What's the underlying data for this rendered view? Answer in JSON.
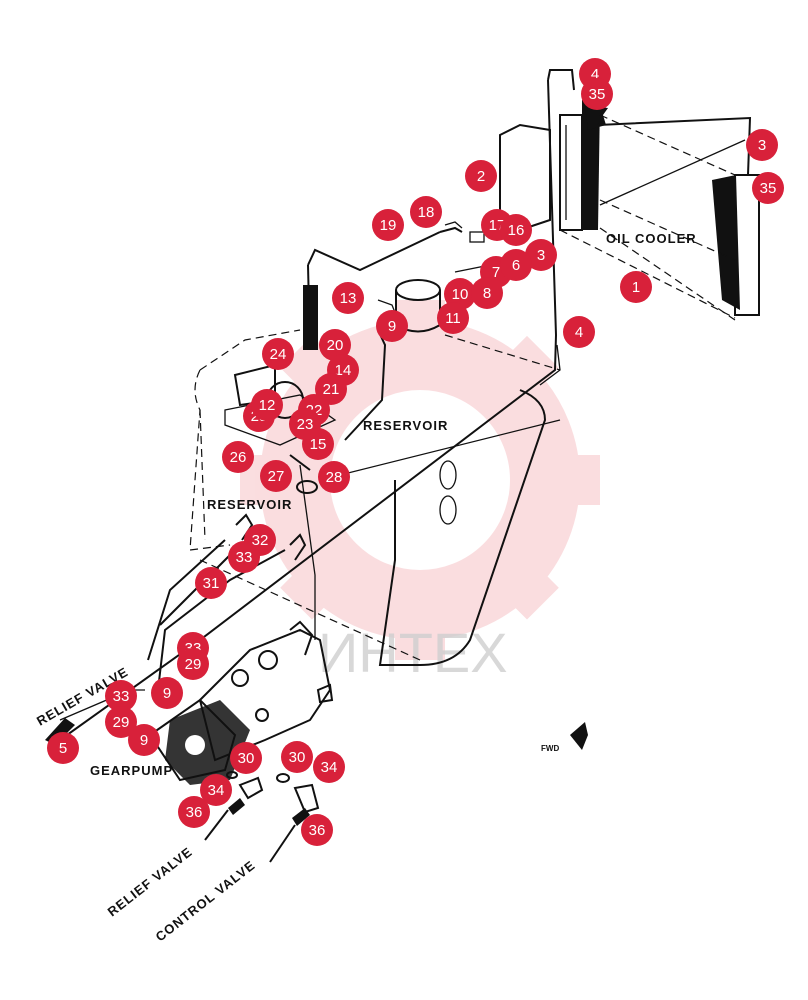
{
  "labels": {
    "oil_cooler": "OIL COOLER",
    "reservoir_upper": "RESERVOIR",
    "reservoir_lower": "RESERVOIR",
    "relief_valve_left": "RELIEF VALVE",
    "gearpump": "GEARPUMP",
    "relief_valve_bottom": "RELIEF VALVE",
    "control_valve": "CONTROL VALVE",
    "fwd": "FWD",
    "watermark": "ИНТЕХ"
  },
  "callouts": [
    {
      "text": "4"
    },
    {
      "text": "35"
    },
    {
      "text": "3"
    },
    {
      "text": "35"
    },
    {
      "text": "2"
    },
    {
      "text": "18"
    },
    {
      "text": "19"
    },
    {
      "text": "17"
    },
    {
      "text": "16"
    },
    {
      "text": "3"
    },
    {
      "text": "7"
    },
    {
      "text": "6"
    },
    {
      "text": "10"
    },
    {
      "text": "8"
    },
    {
      "text": "11"
    },
    {
      "text": "1"
    },
    {
      "text": "13"
    },
    {
      "text": "9"
    },
    {
      "text": "4"
    },
    {
      "text": "20"
    },
    {
      "text": "24"
    },
    {
      "text": "14"
    },
    {
      "text": "21"
    },
    {
      "text": "22"
    },
    {
      "text": "23"
    },
    {
      "text": "25"
    },
    {
      "text": "12"
    },
    {
      "text": "15"
    },
    {
      "text": "26"
    },
    {
      "text": "27"
    },
    {
      "text": "28"
    },
    {
      "text": "32"
    },
    {
      "text": "33"
    },
    {
      "text": "31"
    },
    {
      "text": "33"
    },
    {
      "text": "29"
    },
    {
      "text": "33"
    },
    {
      "text": "9"
    },
    {
      "text": "29"
    },
    {
      "text": "9"
    },
    {
      "text": "5"
    },
    {
      "text": "30"
    },
    {
      "text": "30"
    },
    {
      "text": "34"
    },
    {
      "text": "34"
    },
    {
      "text": "36"
    },
    {
      "text": "36"
    }
  ],
  "colors": {
    "callout": "#d8213a",
    "ink": "#111111",
    "watermark": "#f3c4c6"
  }
}
